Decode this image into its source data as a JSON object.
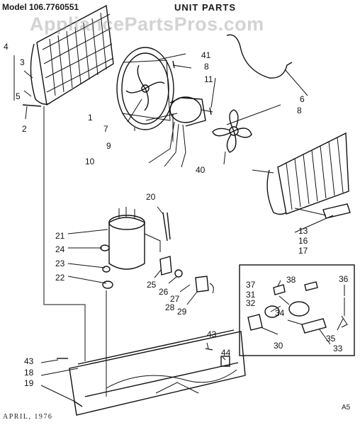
{
  "header": {
    "model": "Model 106.7760551",
    "title": "UNIT PARTS"
  },
  "watermark": "AppliancePartsPros.com",
  "footer": {
    "date": "APRIL, 1976",
    "code": "A5"
  },
  "callouts": [
    "4",
    "3",
    "5",
    "2",
    "1",
    "7",
    "9",
    "10",
    "41",
    "8",
    "11",
    "6",
    "8",
    "40",
    "20",
    "21",
    "24",
    "23",
    "22",
    "25",
    "26",
    "27",
    "28",
    "29",
    "13",
    "16",
    "17",
    "38",
    "37",
    "31",
    "32",
    "34",
    "30",
    "36",
    "35",
    "33",
    "43",
    "44",
    "43",
    "18",
    "19"
  ],
  "colors": {
    "ink": "#111111",
    "watermark": "#969696",
    "background": "#ffffff"
  }
}
